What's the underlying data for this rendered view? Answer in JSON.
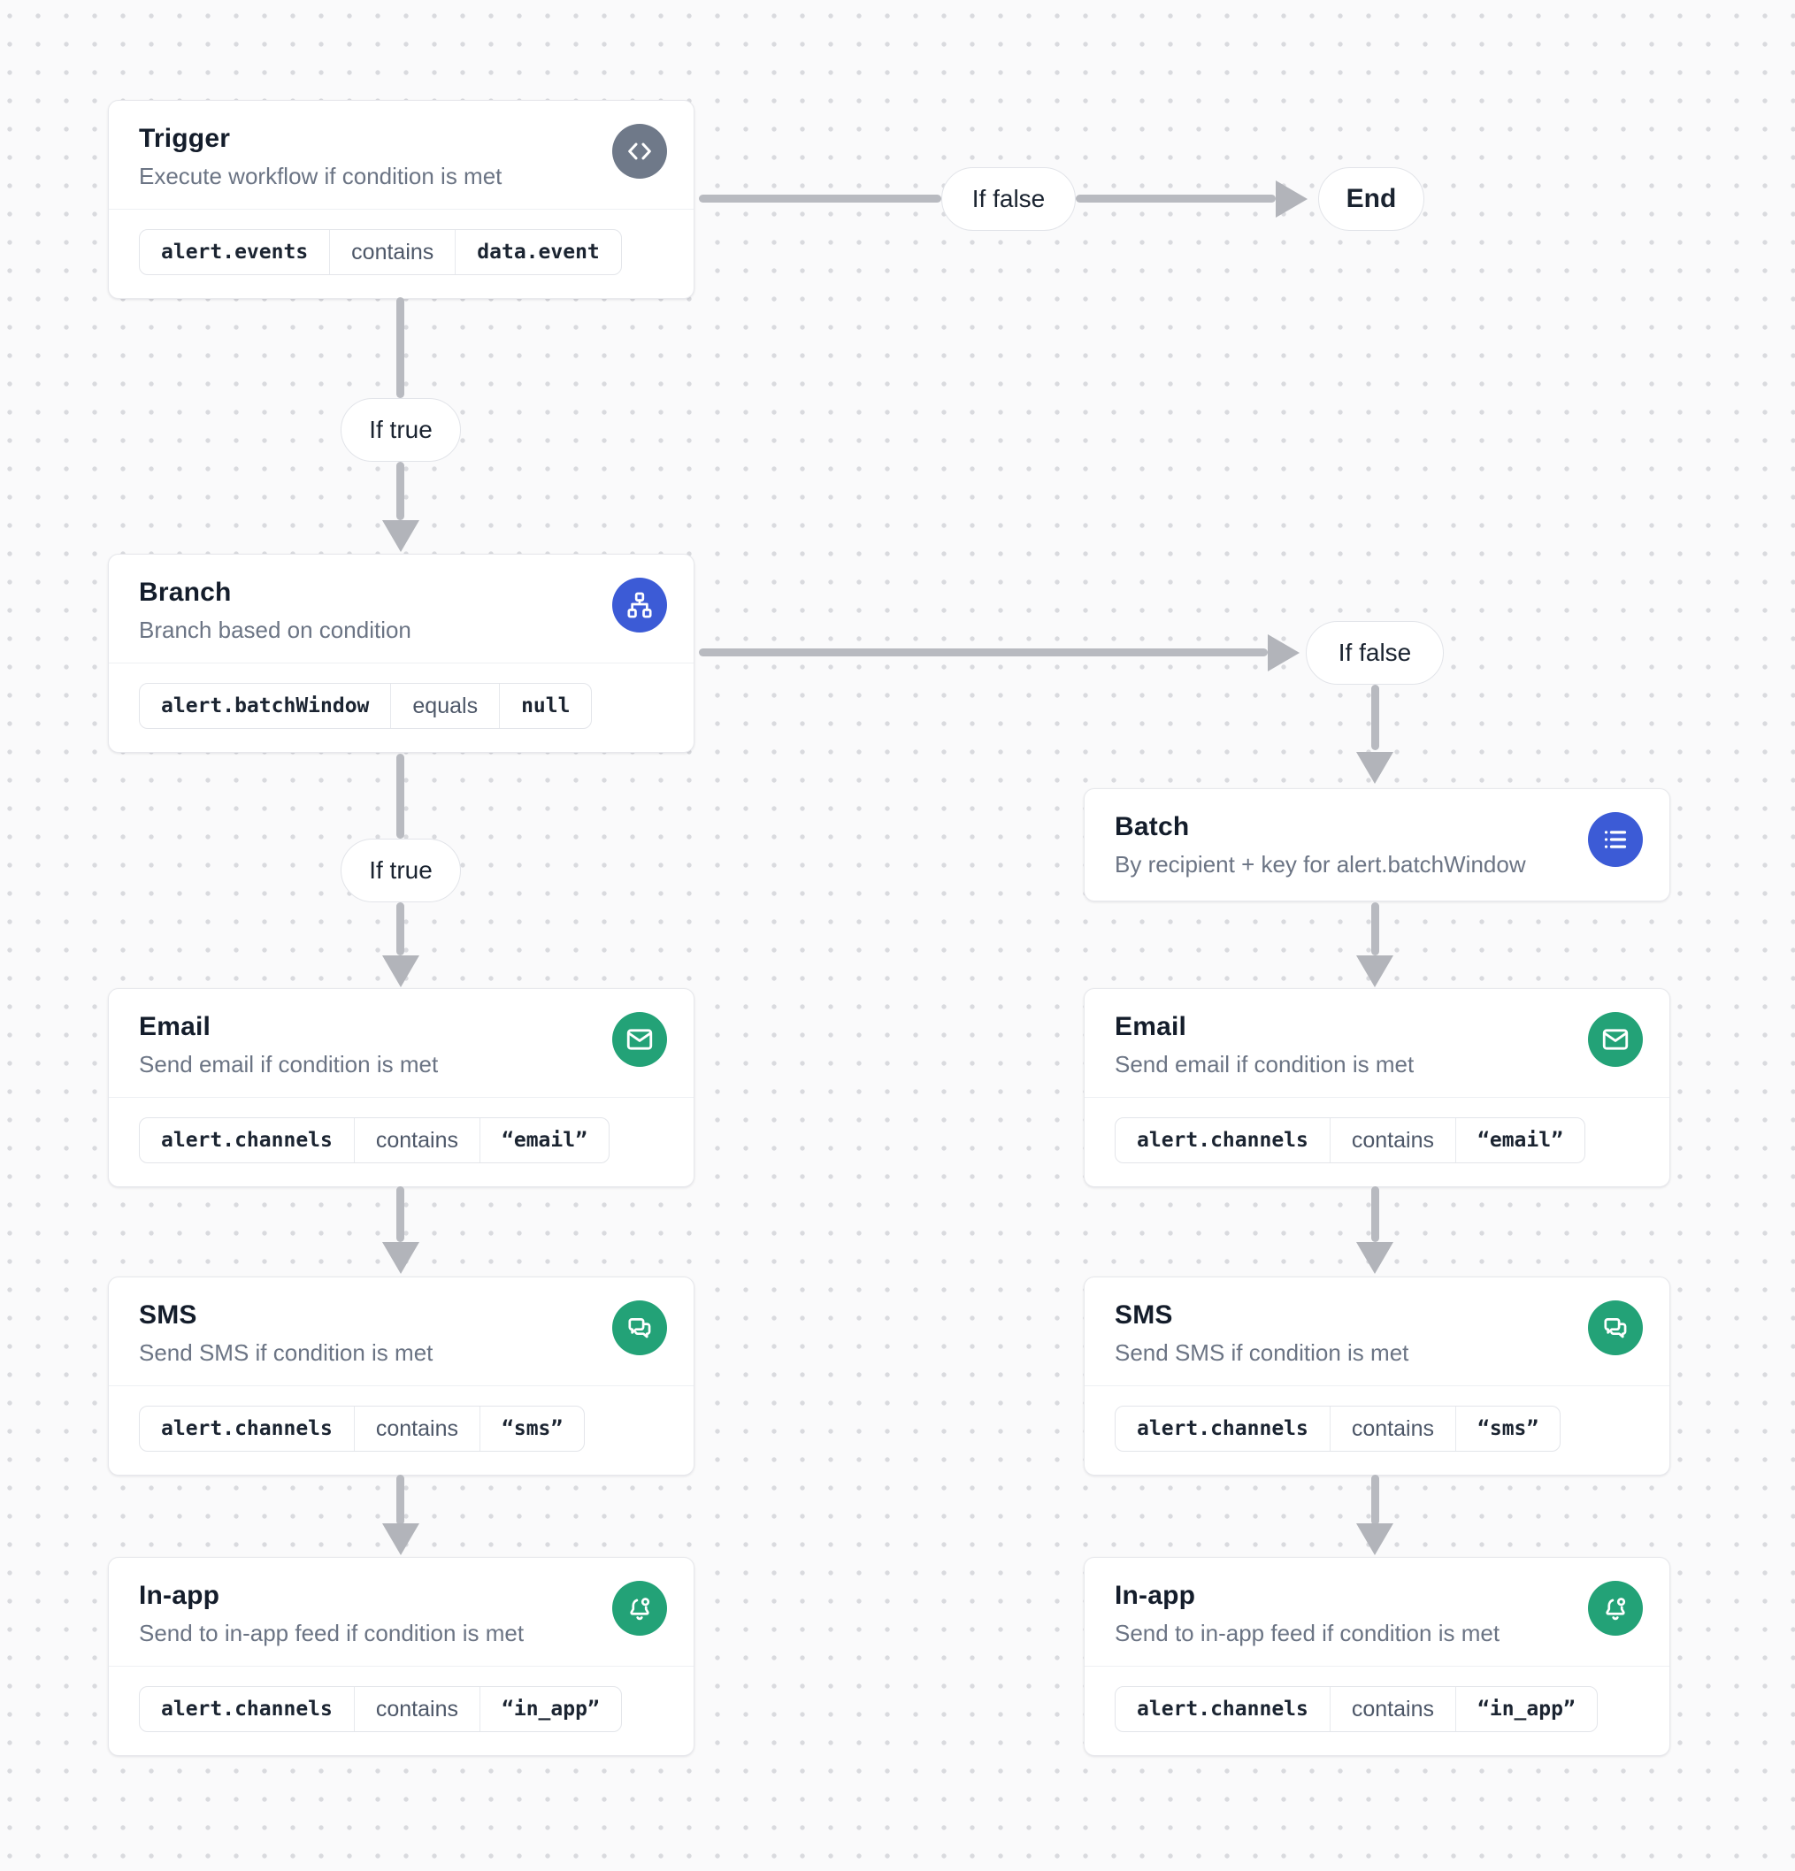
{
  "edges": {
    "if_true": "If true",
    "if_false": "If false",
    "end": "End"
  },
  "nodes": {
    "trigger": {
      "title": "Trigger",
      "subtitle": "Execute workflow if condition is met",
      "icon": "code-icon",
      "condition": {
        "field": "alert.events",
        "operator": "contains",
        "value": "data.event"
      }
    },
    "branch": {
      "title": "Branch",
      "subtitle": "Branch based on condition",
      "icon": "sitemap-icon",
      "condition": {
        "field": "alert.batchWindow",
        "operator": "equals",
        "value": "null"
      }
    },
    "batch": {
      "title": "Batch",
      "subtitle": "By recipient + key for alert.batchWindow",
      "icon": "list-icon"
    },
    "email": {
      "title": "Email",
      "subtitle": "Send email if condition is met",
      "icon": "envelope-icon",
      "condition": {
        "field": "alert.channels",
        "operator": "contains",
        "value": "“email”"
      }
    },
    "sms": {
      "title": "SMS",
      "subtitle": "Send SMS if condition is met",
      "icon": "chat-bubbles-icon",
      "condition": {
        "field": "alert.channels",
        "operator": "contains",
        "value": "“sms”"
      }
    },
    "inapp": {
      "title": "In-app",
      "subtitle": "Send to in-app feed if condition is met",
      "icon": "bell-icon",
      "condition": {
        "field": "alert.channels",
        "operator": "contains",
        "value": "“in_app”"
      }
    }
  },
  "colors": {
    "accent_blue": "#3c5bd6",
    "accent_green": "#23a277",
    "trigger_icon_gray": "#6f7989",
    "arrow_gray": "#b8bac0",
    "canvas_background": "#fafafb"
  }
}
